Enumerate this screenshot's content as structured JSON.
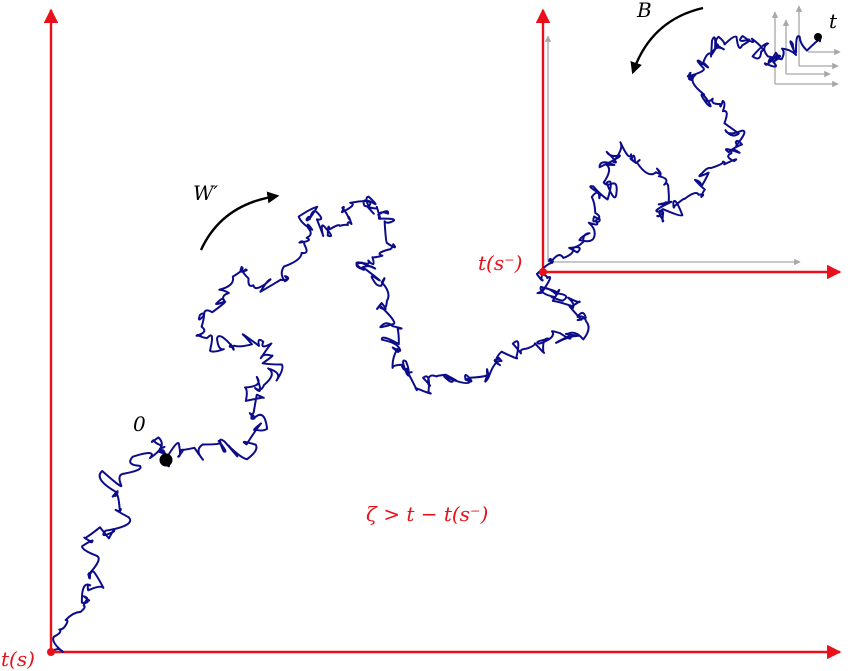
{
  "labels": {
    "t_s": "t(s)",
    "t_s_minus": "t(s⁻)",
    "zero": "0",
    "t": "t",
    "B": "B",
    "W_prime": "W′",
    "condition": "ζ > t − t(s⁻)"
  },
  "colors": {
    "axis": "#e8101a",
    "path": "#0c0c8a",
    "grey_axis": "#a8a8a8",
    "marker": "#000000"
  }
}
